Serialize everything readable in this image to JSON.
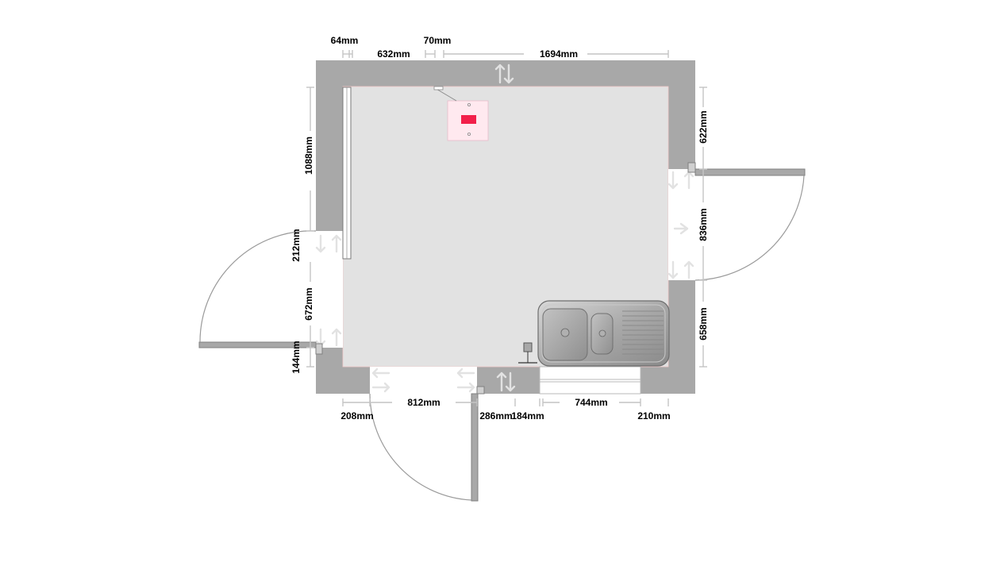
{
  "plan": {
    "colors": {
      "wall": "#a8a8a8",
      "floor": "#e2e2e2",
      "dimension_line": "#c4c4c4",
      "radiator_marker": "#f2204a"
    },
    "dimensions": {
      "top_a": "64mm",
      "top_b": "632mm",
      "top_c": "70mm",
      "top_d": "1694mm",
      "left_a": "1088mm",
      "left_b": "212mm",
      "left_c": "672mm",
      "left_d": "144mm",
      "right_a": "622mm",
      "right_b": "836mm",
      "right_c": "658mm",
      "bottom_a": "208mm",
      "bottom_b": "812mm",
      "bottom_c": "286mm",
      "bottom_d": "184mm",
      "bottom_e": "744mm",
      "bottom_f": "210mm"
    },
    "icons": {
      "sink": "sink-icon",
      "radiator": "radiator-icon",
      "tap": "tap-icon"
    }
  }
}
